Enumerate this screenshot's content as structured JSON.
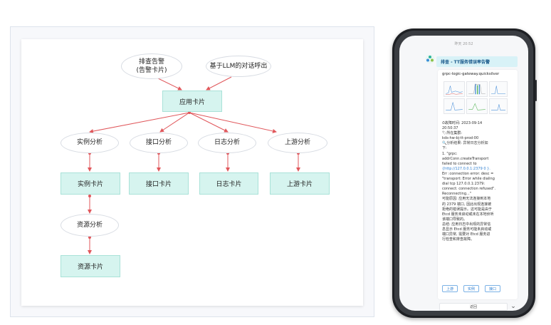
{
  "diagram": {
    "nodes": {
      "alert": {
        "line1": "排查告警",
        "line2": "(告警卡片)"
      },
      "llm": "基于LLM的对话呼出",
      "app_card": "应用卡片",
      "instance_analysis": "实例分析",
      "interface_analysis": "接口分析",
      "log_analysis": "日志分析",
      "upstream_analysis": "上游分析",
      "instance_card": "实例卡片",
      "interface_card": "接口卡片",
      "log_card": "日志卡片",
      "upstream_card": "上游卡片",
      "resource_analysis": "资源分析",
      "resource_card": "资源卡片"
    },
    "colors": {
      "edge": "#e0575b",
      "card_fill": "#d6f4ef"
    }
  },
  "phone": {
    "time": "昨天 20:52",
    "banner": "排查 - TT服务错误率告警",
    "service": "grpc-logic-gateway.quicksilver",
    "body": [
      "⏱故障时间: 2023-09-14",
      "20:50:37",
      "🏷所在集群:",
      "kds-hw-bj-tt-prod-00",
      "🔍分析结果: 异常日志分析如",
      "下:",
      "1. \"grpc:",
      "addrConn.createTransport",
      "failed to connect to"
    ],
    "link_line": "{http://127.0.0.1:2379 0 }.",
    "body2": [
      "Err :connection error: desc =",
      "\"transport: Error while dialing",
      "dial tcp 127.0.0.1:2379:",
      "connect: connection refused\".",
      "Reconnecting...\"",
      "可能原因: 应用无法连接到本地",
      "的 2379 端口, 因此出现连接被",
      "拒绝的错误提示。这可能是由于",
      "Etcd 服务未启动或未在本地侦听",
      "该端口导致的。",
      "",
      "总结: 应用日志中出现的异常信",
      "息显示 Etcd 服务可能未启动或",
      "端口异常, 需要对 Etcd 服务进",
      "行检查和排查故障。"
    ],
    "buttons": [
      "上游",
      "实例",
      "接口"
    ],
    "back": "返回"
  }
}
